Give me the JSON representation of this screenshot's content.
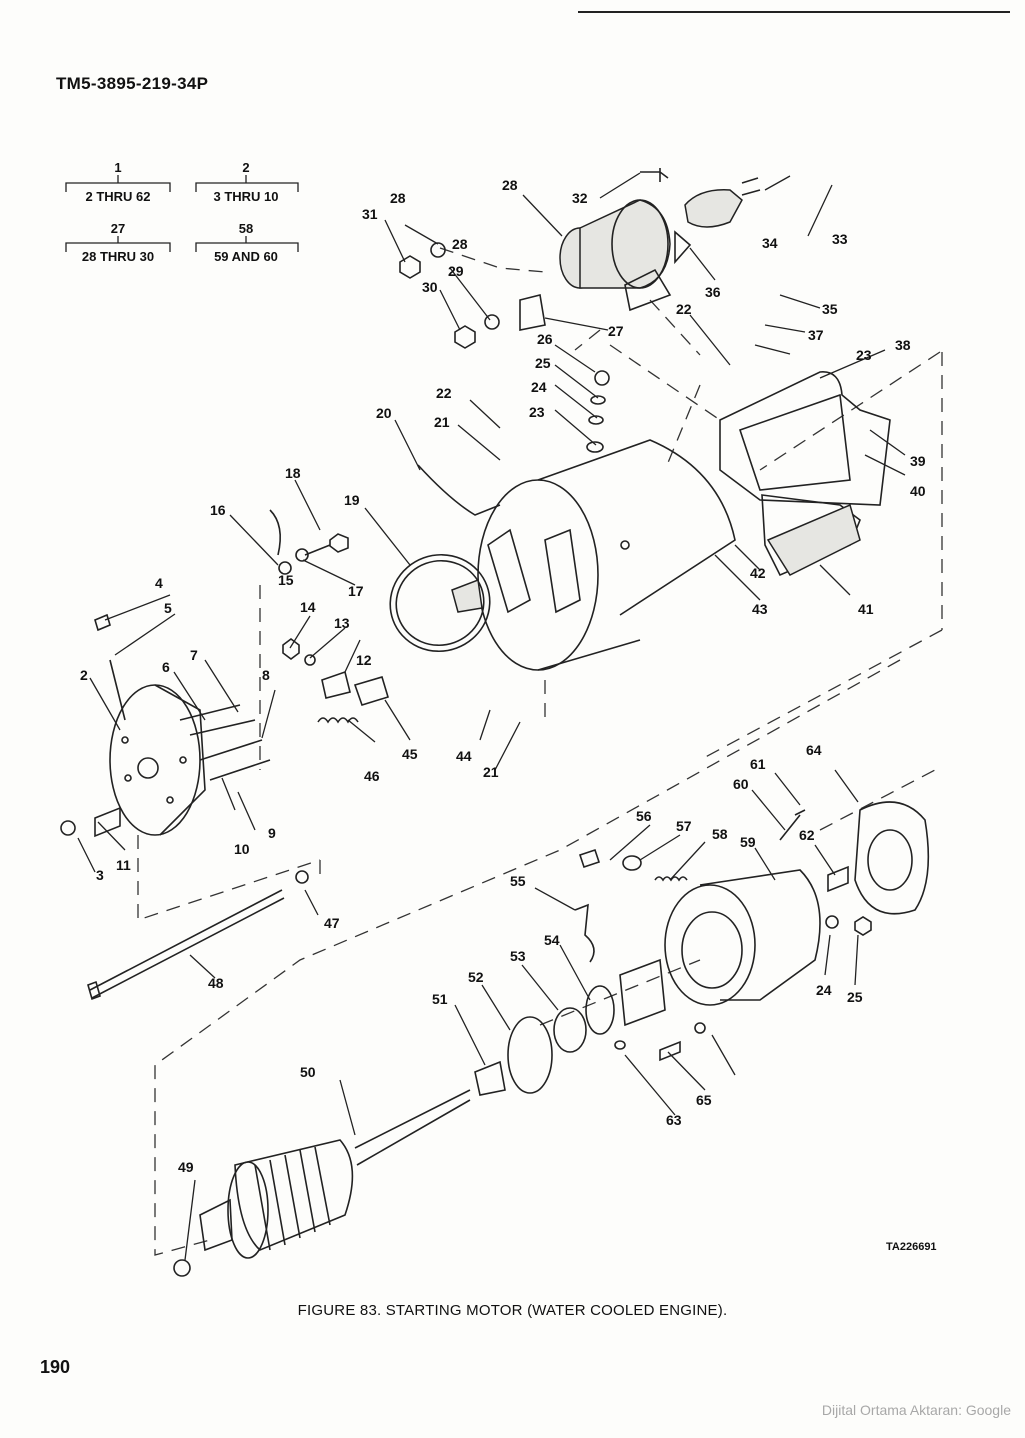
{
  "header": {
    "doc_id": "TM5-3895-219-34P"
  },
  "legend": [
    {
      "parent": "1",
      "range": "2 THRU 62"
    },
    {
      "parent": "2",
      "range": "3 THRU 10"
    },
    {
      "parent": "27",
      "range": "28 THRU 30"
    },
    {
      "parent": "58",
      "range": "59 AND 60"
    }
  ],
  "callouts": [
    "2",
    "3",
    "4",
    "5",
    "6",
    "7",
    "8",
    "9",
    "10",
    "11",
    "12",
    "13",
    "14",
    "15",
    "16",
    "17",
    "18",
    "19",
    "20",
    "21",
    "22",
    "23",
    "24",
    "25",
    "26",
    "27",
    "28",
    "29",
    "30",
    "31",
    "32",
    "33",
    "34",
    "35",
    "36",
    "37",
    "38",
    "39",
    "40",
    "41",
    "42",
    "43",
    "44",
    "45",
    "46",
    "47",
    "48",
    "49",
    "50",
    "51",
    "52",
    "53",
    "54",
    "55",
    "56",
    "57",
    "58",
    "59",
    "60",
    "61",
    "62",
    "63",
    "64",
    "65"
  ],
  "figure": {
    "ta_code": "TA226691",
    "caption": "FIGURE 83. STARTING MOTOR (WATER COOLED ENGINE)."
  },
  "page_number": "190",
  "footer": {
    "watermark": "Dijital Ortama Aktaran: Google"
  }
}
